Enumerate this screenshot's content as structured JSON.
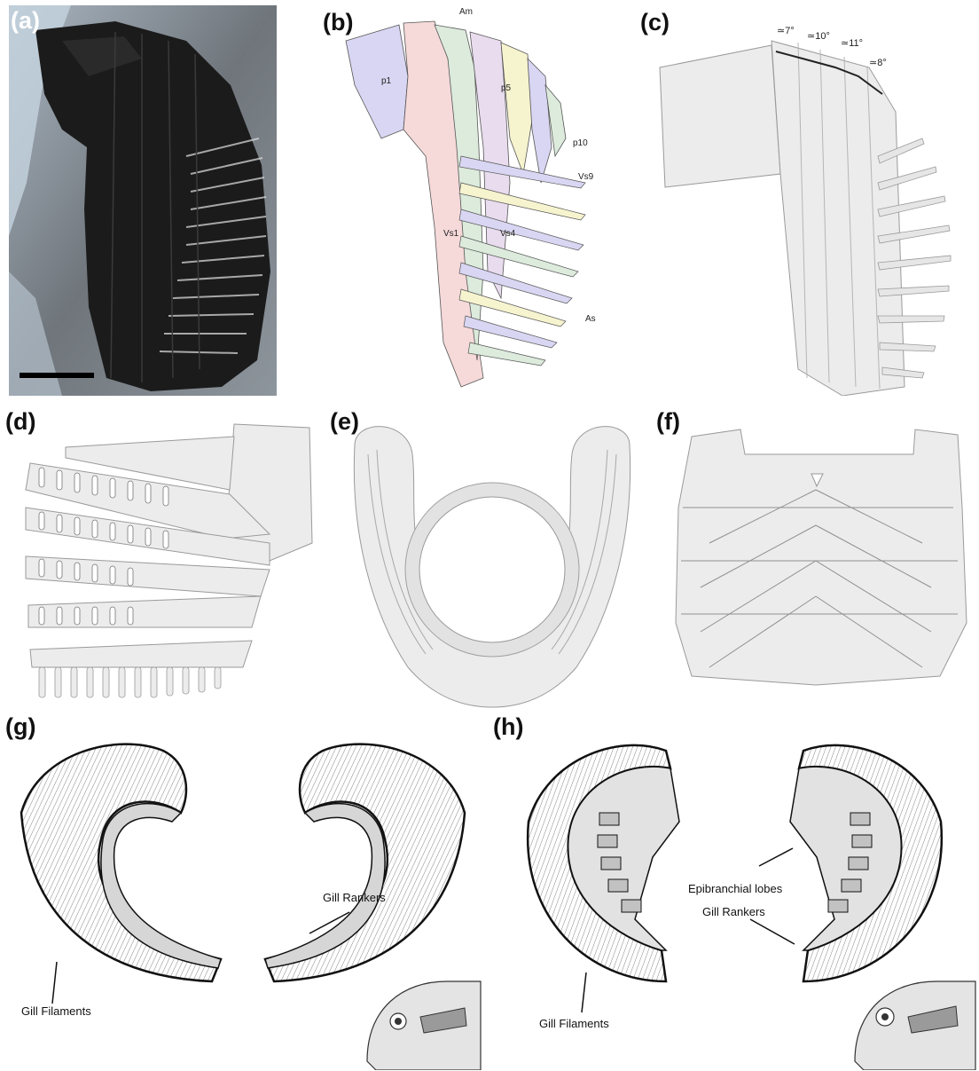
{
  "panels": {
    "a": {
      "label": "(a)"
    },
    "b": {
      "label": "(b)",
      "labels": {
        "am": "Am",
        "p1": "p1",
        "p5": "p5",
        "p10": "p10",
        "vs9": "Vs9",
        "vs1": "Vs1",
        "vs4": "Vs4",
        "as": "As"
      }
    },
    "c": {
      "label": "(c)",
      "angles": {
        "a1": "≃7°",
        "a2": "≃10°",
        "a3": "≃11°",
        "a4": "≃8°"
      }
    },
    "d": {
      "label": "(d)"
    },
    "e": {
      "label": "(e)"
    },
    "f": {
      "label": "(f)"
    },
    "g": {
      "label": "(g)",
      "annotations": {
        "rakers": "Gill Rankers",
        "filaments": "Gill Filaments"
      }
    },
    "h": {
      "label": "(h)",
      "annotations": {
        "lobes": "Epibranchial lobes",
        "rakers": "Gill Rankers",
        "filaments": "Gill Filaments"
      }
    }
  },
  "colors": {
    "fossil_dark": "#1b1b1b",
    "matrix_grey": "#7f8388",
    "matrix_light": "#c9d3dc",
    "region_purple": "#d8d6f2",
    "region_pink": "#f6d9d9",
    "region_green": "#dcebdc",
    "region_yellow": "#f6f3cf",
    "model_grey": "#ececec",
    "model_edge": "#9a9a9a",
    "filament_fill": "#f0f0f0",
    "raker_fill": "#b8b8b8"
  }
}
